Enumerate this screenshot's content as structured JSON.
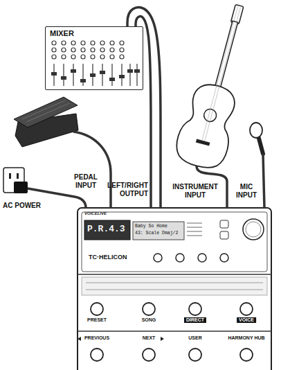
{
  "diagram": {
    "nodes": [
      {
        "text": [
          "MIXER"
        ]
      },
      {
        "text": [
          "VOICELIVE",
          "P.R.4.3",
          "Baby So Home",
          "43: Scale Dmaj/2",
          "TC·HELICON"
        ]
      }
    ],
    "edges": [
      {
        "from": 1,
        "to": 0,
        "arrow": "none"
      },
      {
        "from": 1,
        "to": 0,
        "arrow": "none"
      }
    ],
    "labels": [
      "PEDAL INPUT",
      "LEFT/RIGHT OUTPUT",
      "INSTRUMENT INPUT",
      "MIC INPUT",
      "AC POWER",
      "PRESET",
      "SONG",
      "DIRECT",
      "VOICE",
      "PREVIOUS",
      "NEXT",
      "USER",
      "HARMONY HUB"
    ]
  }
}
